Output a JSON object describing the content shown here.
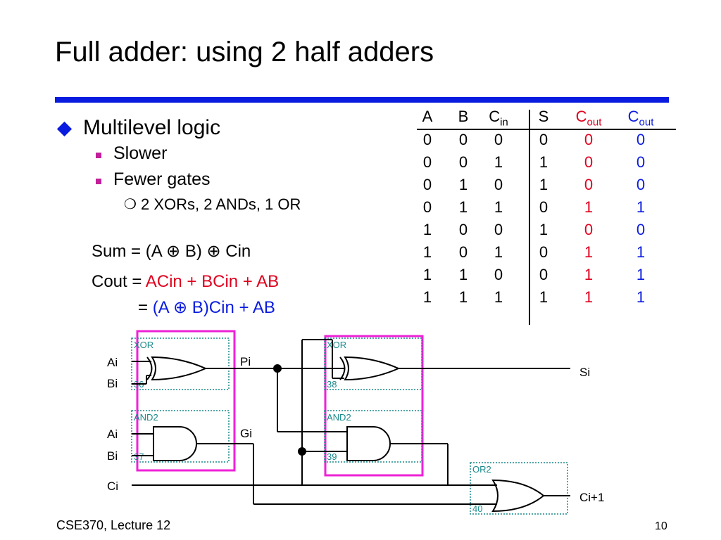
{
  "slide": {
    "title": "Full adder: using 2 half adders",
    "bullet": "Multilevel logic",
    "sub1": "Slower",
    "sub2": "Fewer gates",
    "subsub": "2 XORs, 2 ANDs, 1 OR",
    "sum_eq": "Sum = (A ⊕ B) ⊕ Cin",
    "cout_label": "Cout = ",
    "cout_expr1": "ACin + BCin + AB",
    "cout_eq_sign": "= ",
    "cout_expr2": "(A ⊕ B)Cin + AB",
    "footer": "CSE370, Lecture 12",
    "page_number": "10"
  },
  "truth_table": {
    "headers": [
      "A",
      "B",
      "C",
      "S",
      "C",
      "C"
    ],
    "header_subs": [
      "",
      "",
      "in",
      "",
      "out",
      "out"
    ],
    "rows": [
      [
        "0",
        "0",
        "0",
        "0",
        "0",
        "0"
      ],
      [
        "0",
        "0",
        "1",
        "1",
        "0",
        "0"
      ],
      [
        "0",
        "1",
        "0",
        "1",
        "0",
        "0"
      ],
      [
        "0",
        "1",
        "1",
        "0",
        "1",
        "1"
      ],
      [
        "1",
        "0",
        "0",
        "1",
        "0",
        "0"
      ],
      [
        "1",
        "0",
        "1",
        "0",
        "1",
        "1"
      ],
      [
        "1",
        "1",
        "0",
        "0",
        "1",
        "1"
      ],
      [
        "1",
        "1",
        "1",
        "1",
        "1",
        "1"
      ]
    ],
    "column_colors": [
      "#000000",
      "#000000",
      "#000000",
      "#000000",
      "#e0001e",
      "#0a1be0"
    ]
  },
  "circuit": {
    "gate_xor1": "XOR",
    "gate_xor1_num": "36",
    "gate_and1": "AND2",
    "gate_and1_num": "37",
    "gate_xor2": "XOR",
    "gate_xor2_num": "38",
    "gate_and2": "AND2",
    "gate_and2_num": "39",
    "gate_or": "OR2",
    "gate_or_num": "40",
    "in_ai_1": "Ai",
    "in_bi_1": "Bi",
    "in_ai_2": "Ai",
    "in_bi_2": "Bi",
    "in_ci": "Ci",
    "sig_pi": "Pi",
    "sig_gi": "Gi",
    "out_si": "Si",
    "out_ci1": "Ci+1"
  },
  "colors": {
    "title_rule": "#0a1be0",
    "bullet_diamond": "#0a1be0",
    "sub_bullet": "#c21f9a",
    "highlight_box": "#ee22d6",
    "gate_box": "#1a8a8a",
    "red_text": "#e0001e",
    "blue_text": "#0a1be0"
  }
}
